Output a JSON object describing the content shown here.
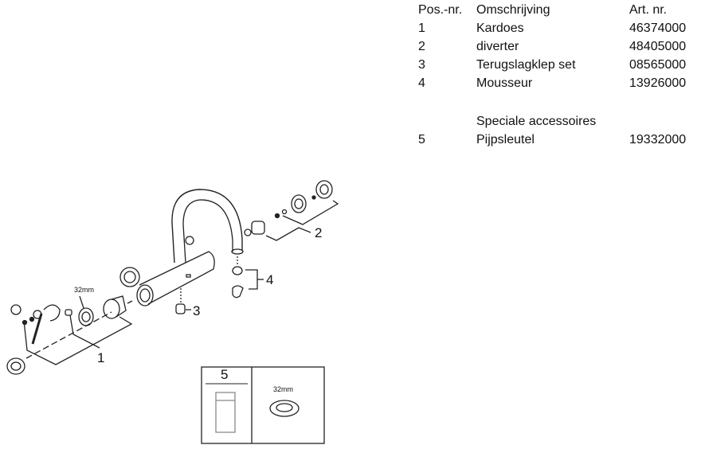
{
  "parts_table": {
    "headers": {
      "pos": "Pos.-nr.",
      "description": "Omschrijving",
      "article": "Art. nr."
    },
    "rows": [
      {
        "pos": "1",
        "description": "Kardoes",
        "article": "46374000"
      },
      {
        "pos": "2",
        "description": "diverter",
        "article": "48405000"
      },
      {
        "pos": "3",
        "description": "Terugslagklep set",
        "article": "08565000"
      },
      {
        "pos": "4",
        "description": "Mousseur",
        "article": "13926000"
      }
    ],
    "section_title": "Speciale accessoires",
    "accessories": [
      {
        "pos": "5",
        "description": "Pijpsleutel",
        "article": "19332000"
      }
    ]
  },
  "diagram": {
    "callouts": [
      "1",
      "2",
      "3",
      "4"
    ],
    "size_label": "32mm"
  },
  "accessory_box": {
    "number": "5",
    "size_label": "32mm"
  }
}
